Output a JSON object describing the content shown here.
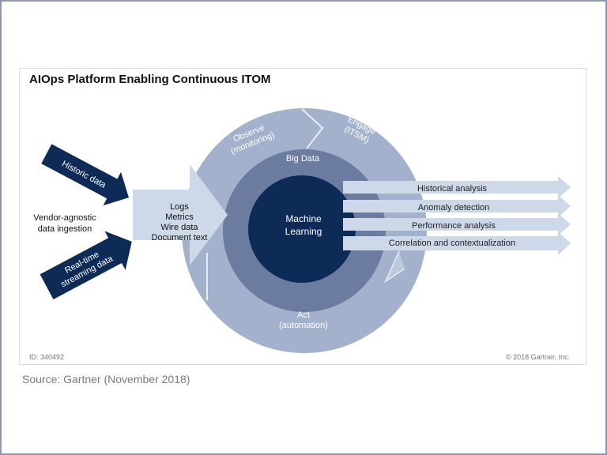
{
  "title": "AIOps Platform Enabling Continuous ITOM",
  "id_label": "ID: 340492",
  "copyright": "© 2018 Gartner, Inc.",
  "source": "Source: Gartner (November 2018)",
  "inputs": {
    "historic": "Historic data",
    "realtime_line1": "Real-time",
    "realtime_line2": "streaming data",
    "ingestion_line1": "Vendor-agnostic",
    "ingestion_line2": "data ingestion",
    "types": [
      "Logs",
      "Metrics",
      "Wire data",
      "Document text"
    ]
  },
  "cycle": {
    "observe_line1": "Observe",
    "observe_line2": "(monitoring)",
    "engage_line1": "Engage",
    "engage_line2": "(ITSM)",
    "act_line1": "Act",
    "act_line2": "(automation)"
  },
  "core": {
    "big_data": "Big Data",
    "ml_line1": "Machine",
    "ml_line2": "Learning"
  },
  "outputs": [
    "Historical analysis",
    "Anomaly detection",
    "Performance analysis",
    "Correlation and contextualization"
  ],
  "colors": {
    "outer_ring": "#a3b1cc",
    "outer_ring_dark": "#8e9dbc",
    "big_data_ring": "#6c7ba0",
    "core": "#0e2a56",
    "input_arrow": "#0e2a56",
    "output_arrow": "#cdd9e8",
    "types_arrow": "#cdd9e8"
  }
}
